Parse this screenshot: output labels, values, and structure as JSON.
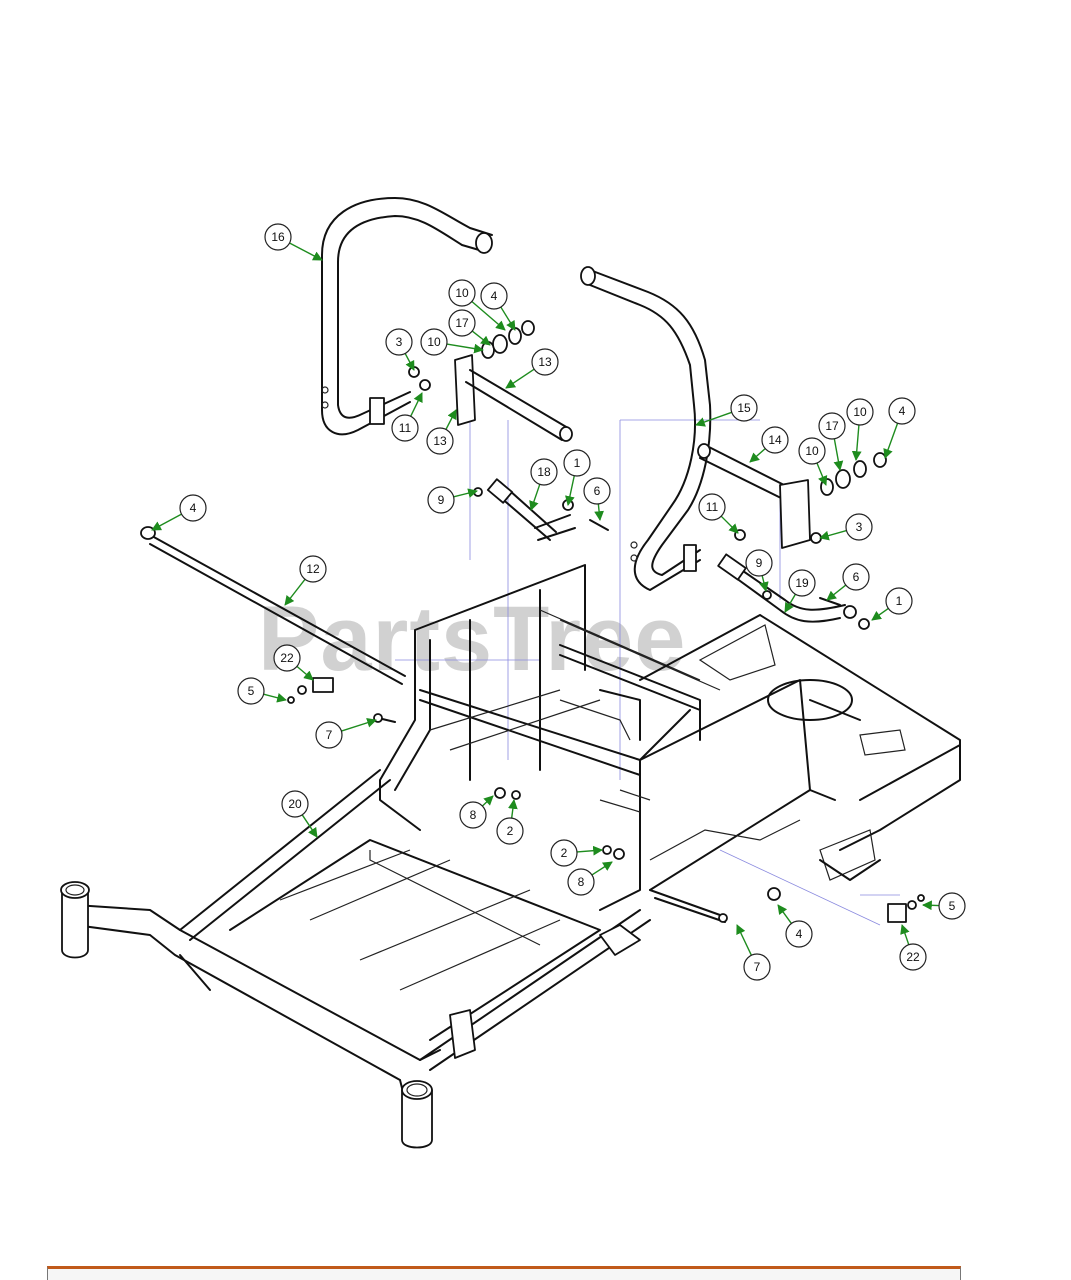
{
  "watermark": "PartsTree",
  "colors": {
    "leader": "#1e8c1e",
    "outline": "#111111",
    "reference_line": "#8a8adf",
    "footer_accent": "#c15a1a"
  },
  "callouts": [
    "16",
    "10",
    "4",
    "17",
    "10",
    "3",
    "13",
    "11",
    "13",
    "15",
    "10",
    "17",
    "10",
    "4",
    "14",
    "18",
    "1",
    "9",
    "6",
    "11",
    "3",
    "4",
    "12",
    "9",
    "6",
    "19",
    "1",
    "22",
    "5",
    "7",
    "20",
    "8",
    "2",
    "2",
    "8",
    "4",
    "5",
    "22",
    "7"
  ]
}
